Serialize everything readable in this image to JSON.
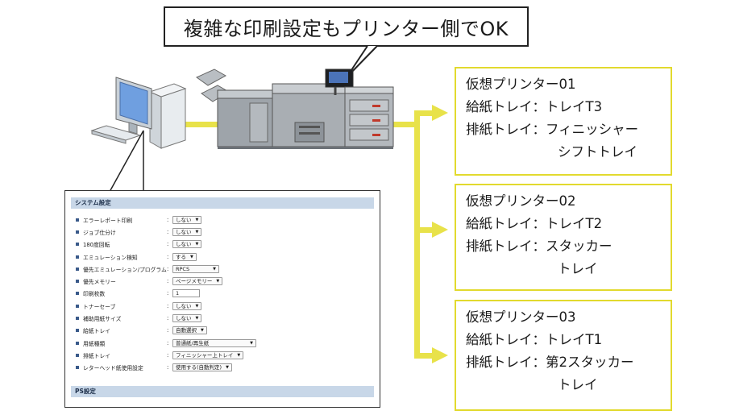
{
  "headline": "複雑な印刷設定もプリンター側でOK",
  "settings_panel": {
    "section_title": "システム設定",
    "rows": [
      {
        "label": "エラーレポート印刷",
        "value": "しない",
        "type": "select"
      },
      {
        "label": "ジョブ仕分け",
        "value": "しない",
        "type": "select"
      },
      {
        "label": "180度回転",
        "value": "しない",
        "type": "select"
      },
      {
        "label": "エミュレーション検知",
        "value": "する",
        "type": "select"
      },
      {
        "label": "優先エミュレーション/プログラム",
        "value": "RPCS",
        "type": "select"
      },
      {
        "label": "優先メモリー",
        "value": "ページメモリー",
        "type": "select"
      },
      {
        "label": "印刷枚数",
        "value": "1",
        "type": "input"
      },
      {
        "label": "トナーセーブ",
        "value": "しない",
        "type": "select"
      },
      {
        "label": "補助用紙サイズ",
        "value": "しない",
        "type": "select"
      },
      {
        "label": "給紙トレイ",
        "value": "自動選択",
        "type": "select"
      },
      {
        "label": "用紙種類",
        "value": "普通紙/再生紙",
        "type": "select"
      },
      {
        "label": "排紙トレイ",
        "value": "フィニッシャー上トレイ",
        "type": "select"
      },
      {
        "label": "レターヘッド紙使用設定",
        "value": "使用する(自動判定)",
        "type": "select"
      }
    ],
    "footer_section_title": "PS設定"
  },
  "virtual_printers": [
    {
      "name": "仮想プリンター01",
      "feed": "給紙トレイ：トレイT3",
      "output": "排紙トレイ：フィニッシャー",
      "output_cont": "シフトトレイ"
    },
    {
      "name": "仮想プリンター02",
      "feed": "給紙トレイ：トレイT2",
      "output": "排紙トレイ：スタッカー",
      "output_cont": "トレイ"
    },
    {
      "name": "仮想プリンター03",
      "feed": "給紙トレイ：トレイT1",
      "output": "排紙トレイ：第2スタッカー",
      "output_cont": "トレイ"
    }
  ],
  "colors": {
    "connector": "#e8e24a",
    "box_border": "#e2da2e",
    "panel_header": "#c8d7e8"
  },
  "icons": [
    "desktop-pc-icon",
    "production-printer-icon"
  ]
}
